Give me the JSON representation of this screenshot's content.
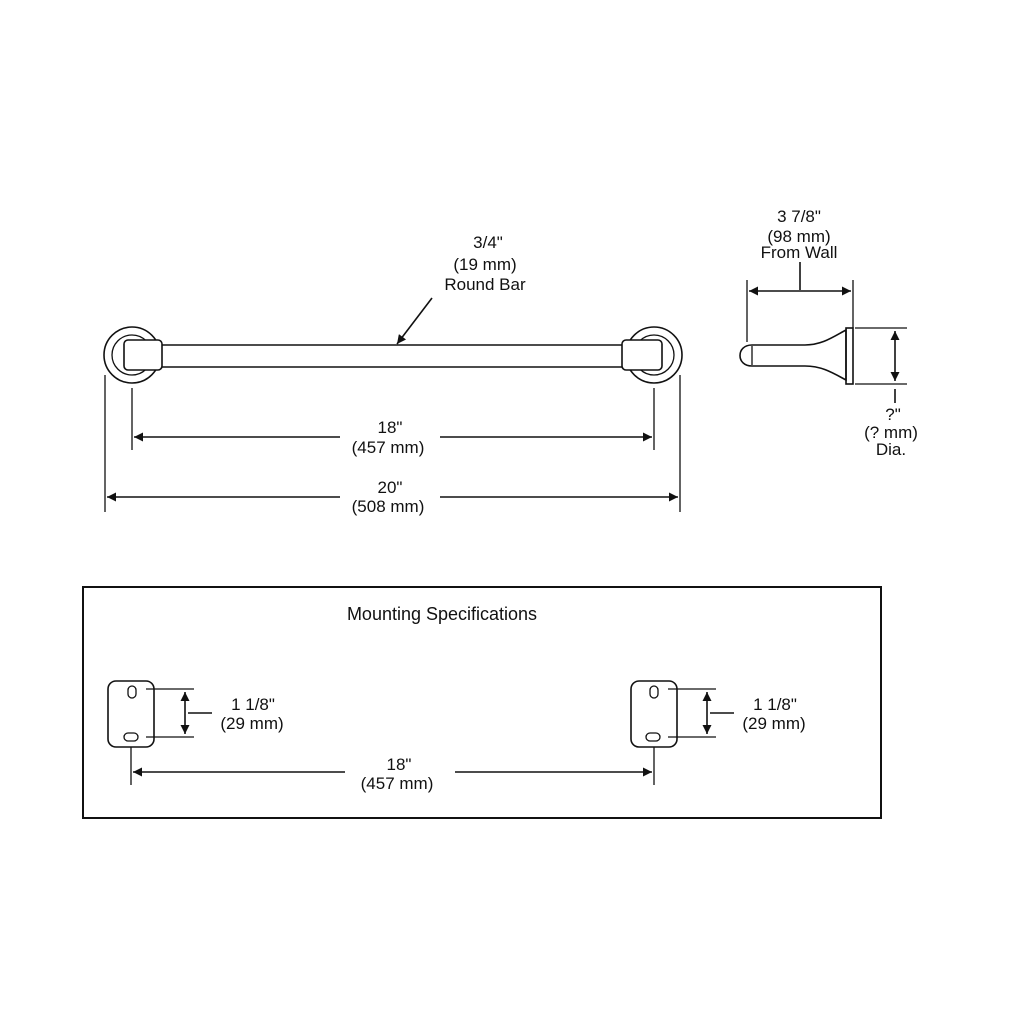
{
  "bar_diameter": {
    "imperial": "3/4\"",
    "metric": "(19 mm)",
    "name": "Round Bar"
  },
  "center_to_center": {
    "imperial": "18\"",
    "metric": "(457 mm)"
  },
  "overall_length": {
    "imperial": "20\"",
    "metric": "(508 mm)"
  },
  "projection": {
    "imperial": "3 7/8\"",
    "metric": "(98 mm)",
    "note": "From Wall"
  },
  "flange_diameter": {
    "imperial": "?\"",
    "metric": "(? mm)",
    "note": "Dia."
  },
  "mounting": {
    "title": "Mounting Specifications",
    "left_hole_spacing": {
      "imperial": "1 1/8\"",
      "metric": "(29 mm)"
    },
    "right_hole_spacing": {
      "imperial": "1 1/8\"",
      "metric": "(29 mm)"
    },
    "center_to_center": {
      "imperial": "18\"",
      "metric": "(457 mm)"
    }
  }
}
